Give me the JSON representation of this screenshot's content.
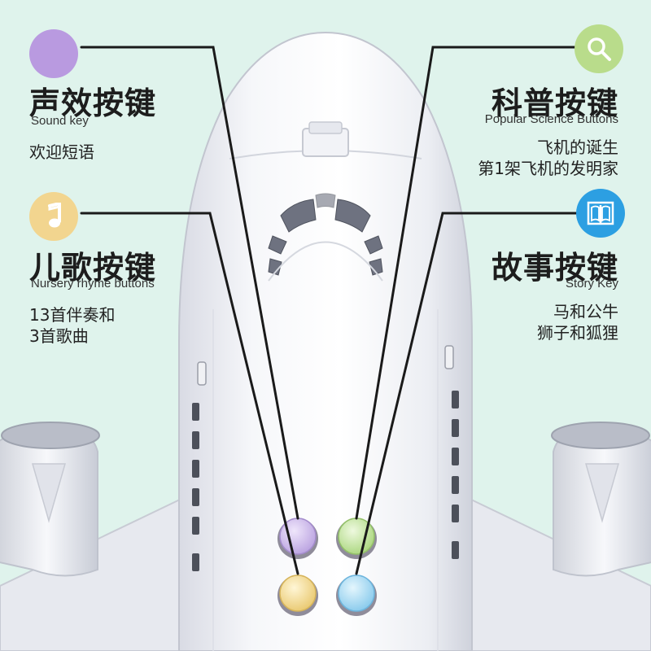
{
  "sections": {
    "sound": {
      "title": "声效按键",
      "subtitle": "Sound key",
      "desc": [
        "欢迎短语"
      ],
      "icon": "sound-dot-icon",
      "color": "#b99ae0"
    },
    "science": {
      "title": "科普按键",
      "subtitle": "Popular Science Buttons",
      "desc": [
        "飞机的诞生",
        "第1架飞机的发明家"
      ],
      "icon": "magnifier-icon",
      "color": "#b9dc8b"
    },
    "nursery": {
      "title": "儿歌按键",
      "subtitle": "Nursery rhyme buttons",
      "desc": [
        "13首伴奏和",
        "3首歌曲"
      ],
      "icon": "music-note-icon",
      "color": "#f2d58f"
    },
    "story": {
      "title": "故事按键",
      "subtitle": "Story Key",
      "desc": [
        "马和公牛",
        "狮子和狐狸"
      ],
      "icon": "book-icon",
      "color": "#2c9fe2"
    }
  },
  "buttons": {
    "purple": "#cdb8ec",
    "green": "#c9e9a6",
    "yellow": "#f6e29f",
    "blue": "#a9dcf3"
  },
  "background_color": "#dff3ec"
}
